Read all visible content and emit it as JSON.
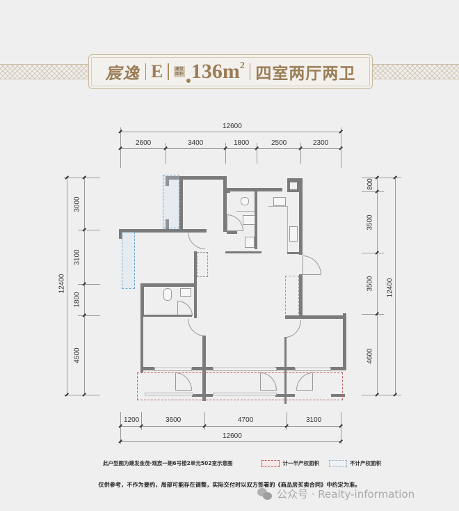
{
  "banner": {
    "name": "宸逸",
    "unit_type": "E",
    "area_tag_line1": "建筑",
    "area_tag_line2": "面积",
    "area_value": "136m",
    "area_sup": "2",
    "layout": "四室两厅两卫"
  },
  "dimensions": {
    "top_total": "12600",
    "top_segments": [
      "2600",
      "3400",
      "1800",
      "2500",
      "2300"
    ],
    "bottom_total": "12600",
    "bottom_segments": [
      "1200",
      "3600",
      "4700",
      "3100"
    ],
    "left_total": "12400",
    "left_segments": [
      "3000",
      "3100",
      "1800",
      "4500"
    ],
    "right_total": "12400",
    "right_segments": [
      "800",
      "3500",
      "3500",
      "4600"
    ]
  },
  "legend": {
    "caption": "此户型图为建发金茂·观宸一期6号楼2单元502室示意图",
    "half_area_label": "计一半产权面积",
    "no_area_label": "不计产权面积",
    "half_area_color": "#c06060",
    "no_area_color": "#6aa6d0"
  },
  "footer": {
    "disclaimer": "仅供参考，不作为要约，局部可能存在调整，实际交付时以双方签署的《商品房买卖合同》中约定为准。",
    "watermark": "公众号 · Realty-information"
  },
  "colors": {
    "background": "#efefef",
    "accent_gold": "#9b7d56",
    "wall": "#7b7b7b"
  }
}
